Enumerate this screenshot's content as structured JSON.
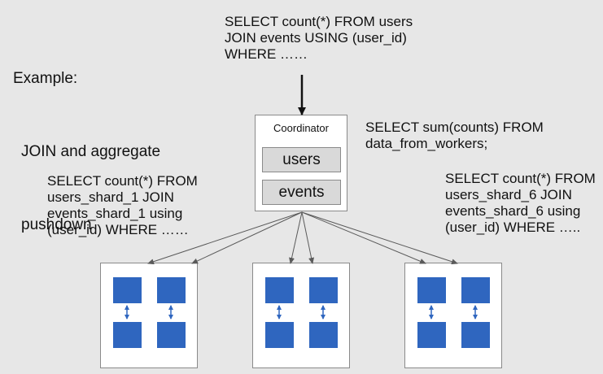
{
  "example": {
    "title": "Example:",
    "line1": "JOIN and aggregate",
    "line2": "pushdown"
  },
  "queries": {
    "top": "SELECT count(*) FROM users\nJOIN events USING (user_id)\nWHERE ……",
    "coordinator": "SELECT sum(counts) FROM\ndata_from_workers;",
    "left": "SELECT count(*) FROM\nusers_shard_1 JOIN\nevents_shard_1 using\n(user_id) WHERE ……",
    "right": "SELECT count(*) FROM\nusers_shard_6 JOIN\nevents_shard_6 using\n(user_id) WHERE ….."
  },
  "coordinator": {
    "title": "Coordinator",
    "tables": [
      "users",
      "events"
    ]
  },
  "colors": {
    "shard": "#2f66bf",
    "background": "#e7e7e7",
    "arrow": "#5a5a5a"
  }
}
